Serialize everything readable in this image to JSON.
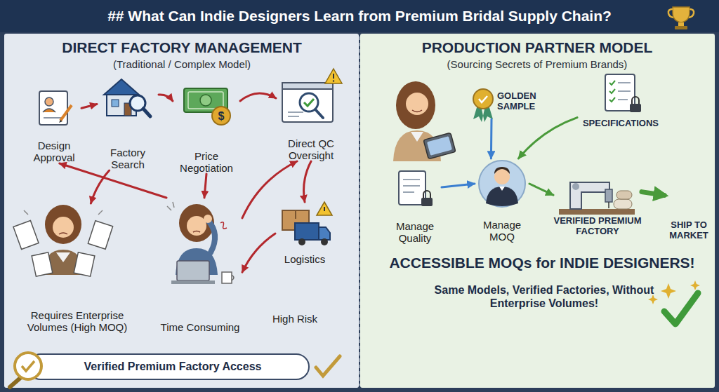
{
  "diagram": {
    "title": "## What Can Indie Designers Learn from Premium Bridal Supply Chain?",
    "nodes": [
      {
        "text": [
          "## What Can Indie Designers Learn from Premium Bridal Supply Chain?"
        ]
      },
      {
        "text": [
          "DIRECT FACTORY MANAGEMENT",
          "(Traditional / Complex Model)"
        ]
      },
      {
        "text": [
          "Design Approval"
        ],
        "in": 1
      },
      {
        "text": [
          "Factory Search"
        ],
        "in": 1
      },
      {
        "text": [
          "Price Negotiation"
        ],
        "in": 1
      },
      {
        "text": [
          "Direct QC Oversight"
        ],
        "in": 1
      },
      {
        "text": [
          "Logistics"
        ],
        "in": 1
      },
      {
        "text": [
          "Requires Enterprise Volumes (High MOQ)"
        ],
        "in": 1
      },
      {
        "text": [
          "Time Consuming"
        ],
        "in": 1
      },
      {
        "text": [
          "Verified Premium Factory Access"
        ],
        "in": 1
      },
      {
        "text": [
          "PRODUCTION PARTNER MODEL",
          "(Sourcing Secrets of Premium Brands)"
        ]
      },
      {
        "text": [
          "GOLDEN SAMPLE"
        ],
        "in": 10
      },
      {
        "text": [
          "SPECIFICATIONS"
        ],
        "in": 10
      },
      {
        "text": [
          "Manage Quality"
        ],
        "in": 10
      },
      {
        "text": [
          "Manage MOQ"
        ],
        "in": 10
      },
      {
        "text": [
          "VERIFIED PREMIUM FACTORY"
        ],
        "in": 10
      },
      {
        "text": [
          "SHIP TO MARKET"
        ],
        "in": 10
      }
    ],
    "edges": [
      {
        "from": 2,
        "to": 3,
        "arrow": "to"
      },
      {
        "from": 3,
        "to": 4,
        "arrow": "to"
      },
      {
        "from": 4,
        "to": 5,
        "arrow": "to"
      },
      {
        "from": 5,
        "to": 6,
        "arrow": "to"
      },
      {
        "from": 8,
        "to": 2,
        "arrow": "to"
      },
      {
        "from": 4,
        "to": 8,
        "arrow": "to"
      },
      {
        "from": 8,
        "to": 5,
        "arrow": "to"
      },
      {
        "from": 6,
        "to": 8,
        "arrow": "to"
      },
      {
        "from": 3,
        "to": 7,
        "arrow": "to"
      },
      {
        "from": 11,
        "to": 14,
        "arrow": "to"
      },
      {
        "from": 12,
        "to": 14,
        "arrow": "to"
      },
      {
        "from": 13,
        "to": 14,
        "arrow": "to"
      },
      {
        "from": 14,
        "to": 15,
        "arrow": "to"
      },
      {
        "from": 15,
        "to": 16,
        "arrow": "to"
      }
    ],
    "labels": [
      "High Risk",
      "ACCESSIBLE MOQs for INDIE DESIGNERS!",
      "Same Models, Verified Factories, Without Enterprise Volumes!",
      "$"
    ]
  }
}
